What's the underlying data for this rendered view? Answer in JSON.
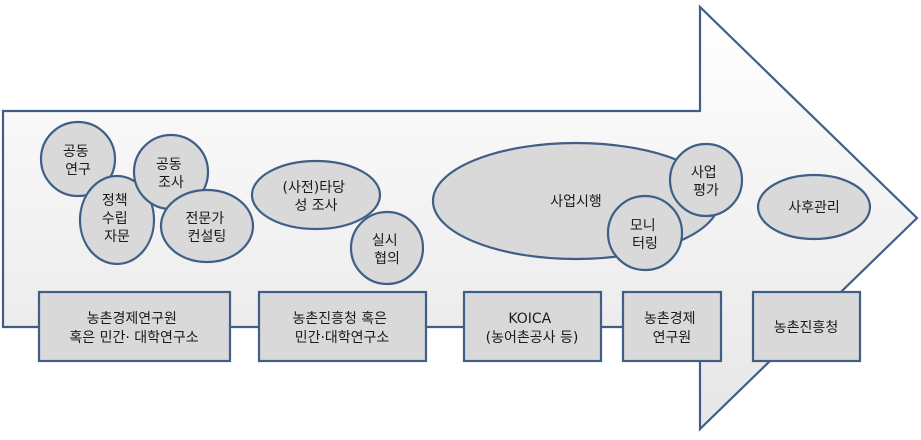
{
  "bubbles": {
    "joint_research": [
      "공동",
      "연구"
    ],
    "joint_survey": [
      "공동",
      "조사"
    ],
    "policy_advice": [
      "정책",
      "수립",
      "자문"
    ],
    "expert_consulting": [
      "전문가",
      "컨설팅"
    ],
    "feasibility": [
      "(사전)타당",
      "성 조사"
    ],
    "implementation_survey": [
      "실시",
      "협의"
    ],
    "project_execution": [
      "사업시행"
    ],
    "project_evaluation": [
      "사업",
      "평가"
    ],
    "monitoring": [
      "모니",
      "터링"
    ],
    "follow_up": [
      "사후관리"
    ]
  },
  "boxes": {
    "box1": [
      "농촌경제연구원",
      "혹은 민간· 대학연구소"
    ],
    "box2": [
      "농촌진흥청 혹은",
      "민간·대학연구소"
    ],
    "box3": [
      "KOICA",
      "(농어촌공사 등)"
    ],
    "box4": [
      "농촌경제",
      "연구원"
    ],
    "box5": [
      "농촌진흥청"
    ]
  },
  "colors": {
    "fill": "#d9d9d9",
    "stroke": "#3f5f86",
    "arrow_fill": "#f2f2f2"
  }
}
